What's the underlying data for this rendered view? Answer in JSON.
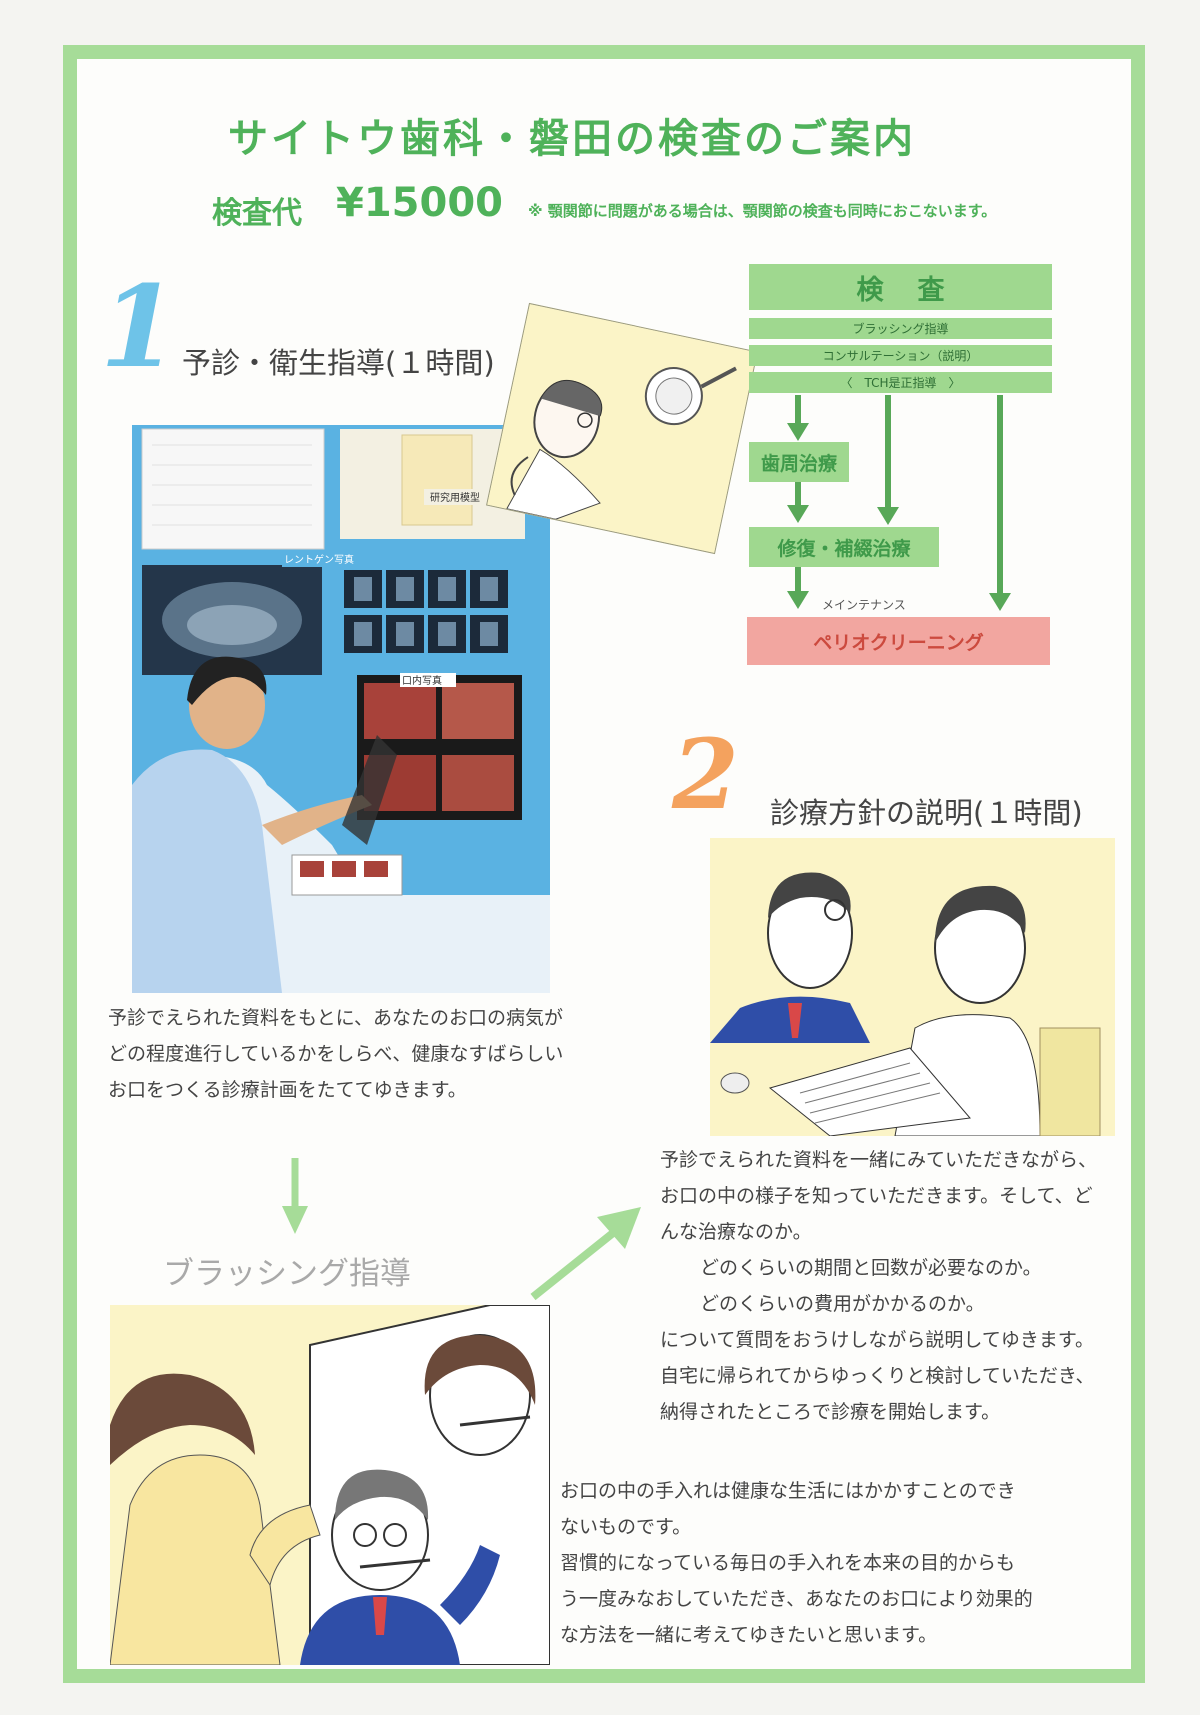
{
  "header": {
    "title": "サイトウ歯科・磐田の検査のご案内",
    "fee_label": "検査代",
    "fee_amount": "¥15000",
    "fee_note": "※ 顎関節に問題がある場合は、顎関節の検査も同時におこないます。"
  },
  "section1": {
    "number": "1",
    "title": "予診・衛生指導(１時間)",
    "photo_labels": {
      "model": "研究用模型",
      "xray": "レントゲン写真",
      "intraoral": "口内写真"
    },
    "description": [
      "予診でえられた資料をもとに、あなたのお口の病気が",
      "どの程度進行しているかをしらべ、健康なすばらしい",
      "お口をつくる診療計画をたててゆきます。"
    ]
  },
  "flowchart": {
    "head": "検査",
    "rows": [
      "ブラッシング指導",
      "コンサルテーション（説明）",
      "〈　TCH是正指導　〉"
    ],
    "perio": "歯周治療",
    "restore": "修復・補綴治療",
    "maintenance": "メインテナンス",
    "final": "ペリオクリーニング"
  },
  "section2": {
    "number": "2",
    "title": "診療方針の説明(１時間)",
    "description": [
      "予診でえられた資料を一緒にみていただきながら、",
      "お口の中の様子を知っていただきます。そして、ど",
      "んな治療なのか。",
      "どのくらいの期間と回数が必要なのか。",
      "どのくらいの費用がかかるのか。",
      "について質問をおうけしながら説明してゆきます。",
      "自宅に帰られてからゆっくりと検討していただき、",
      "納得されたところで診療を開始します。"
    ]
  },
  "brushing": {
    "title": "ブラッシング指導",
    "description": [
      "お口の中の手入れは健康な生活にはかかすことのでき",
      "ないものです。",
      "習慣的になっている毎日の手入れを本来の目的からも",
      "う一度みなおしていただき、あなたのお口により効果的",
      "な方法を一緒に考えてゆきたいと思います。"
    ]
  },
  "colors": {
    "border_green": "#a6dc98",
    "title_green": "#4fb25a",
    "arrow_green": "#58a858",
    "pink": "#f2a6a0",
    "blue_bg": "#5ab2e2",
    "cartoon_yellow": "#fbf4c7"
  },
  "icons": [
    "arrow-down-icon",
    "arrow-up-right-icon",
    "lamp-icon"
  ]
}
